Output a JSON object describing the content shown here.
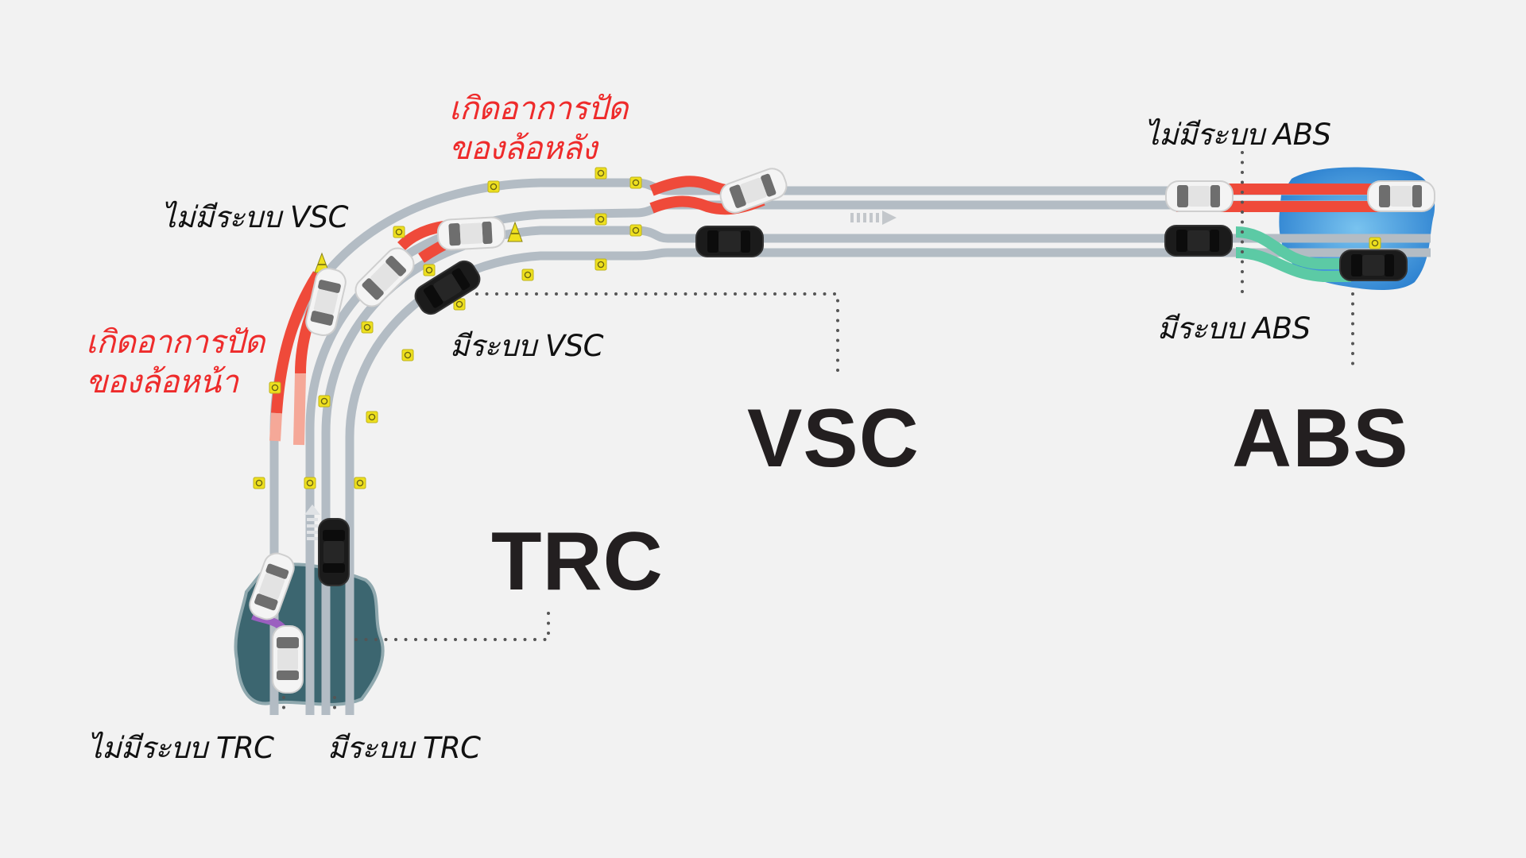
{
  "diagram": {
    "title": "Vehicle safety systems: TRC, VSC, ABS",
    "systems": [
      {
        "id": "trc",
        "label": "TRC"
      },
      {
        "id": "vsc",
        "label": "VSC"
      },
      {
        "id": "abs",
        "label": "ABS"
      }
    ],
    "annotations": {
      "rear_skid": {
        "line1": "เกิดอาการปัด",
        "line2": "ของล้อหลัง"
      },
      "front_skid": {
        "line1": "เกิดอาการปัด",
        "line2": "ของล้อหน้า"
      },
      "no_vsc": "ไม่มีระบบ VSC",
      "with_vsc": "มีระบบ VSC",
      "no_abs": "ไม่มีระบบ ABS",
      "with_abs": "มีระบบ ABS",
      "no_trc": "ไม่มีระบบ TRC",
      "with_trc": "มีระบบ TRC"
    },
    "colors": {
      "background": "#f2f2f2",
      "road": "#b3bcc4",
      "road_edge": "#9aa4ad",
      "skid_red": "#ef4a3a",
      "skid_pink": "#f5a898",
      "abs_green": "#5ccaa5",
      "water_blue": "#2f86d3",
      "water_trc": "#3c6670",
      "trc_purple": "#9b5fc0",
      "marker_yellow": "#eee01e",
      "text_red": "#ee2b2b",
      "text_dark": "#231f20"
    }
  }
}
